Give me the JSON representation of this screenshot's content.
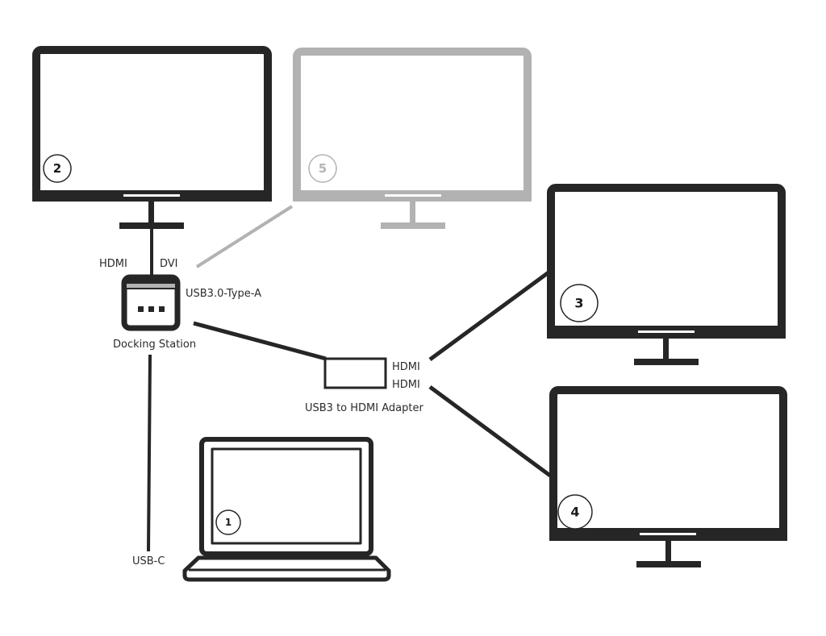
{
  "colors": {
    "dark": "#262626",
    "gray": "#b2b2b2",
    "background": "#ffffff"
  },
  "monitors": [
    {
      "id": "monitor-2",
      "number": "2",
      "icon": "monitor-icon",
      "style": "dark"
    },
    {
      "id": "monitor-5",
      "number": "5",
      "icon": "monitor-icon",
      "style": "gray"
    },
    {
      "id": "monitor-3",
      "number": "3",
      "icon": "monitor-icon",
      "style": "dark"
    },
    {
      "id": "monitor-4",
      "number": "4",
      "icon": "monitor-icon",
      "style": "dark"
    }
  ],
  "laptop": {
    "number": "1",
    "icon": "laptop-icon"
  },
  "docking_station": {
    "label": "Docking Station",
    "icon": "docking-station-icon"
  },
  "adapter": {
    "label": "USB3 to HDMI Adapter",
    "icon": "usb-hdmi-adapter-icon"
  },
  "connections": {
    "hdmi_left": "HDMI",
    "dvi": "DVI",
    "usb3_type_a": "USB3.0-Type-A",
    "adapter_hdmi_top": "HDMI",
    "adapter_hdmi_bottom": "HDMI",
    "usb_c": "USB-C"
  }
}
